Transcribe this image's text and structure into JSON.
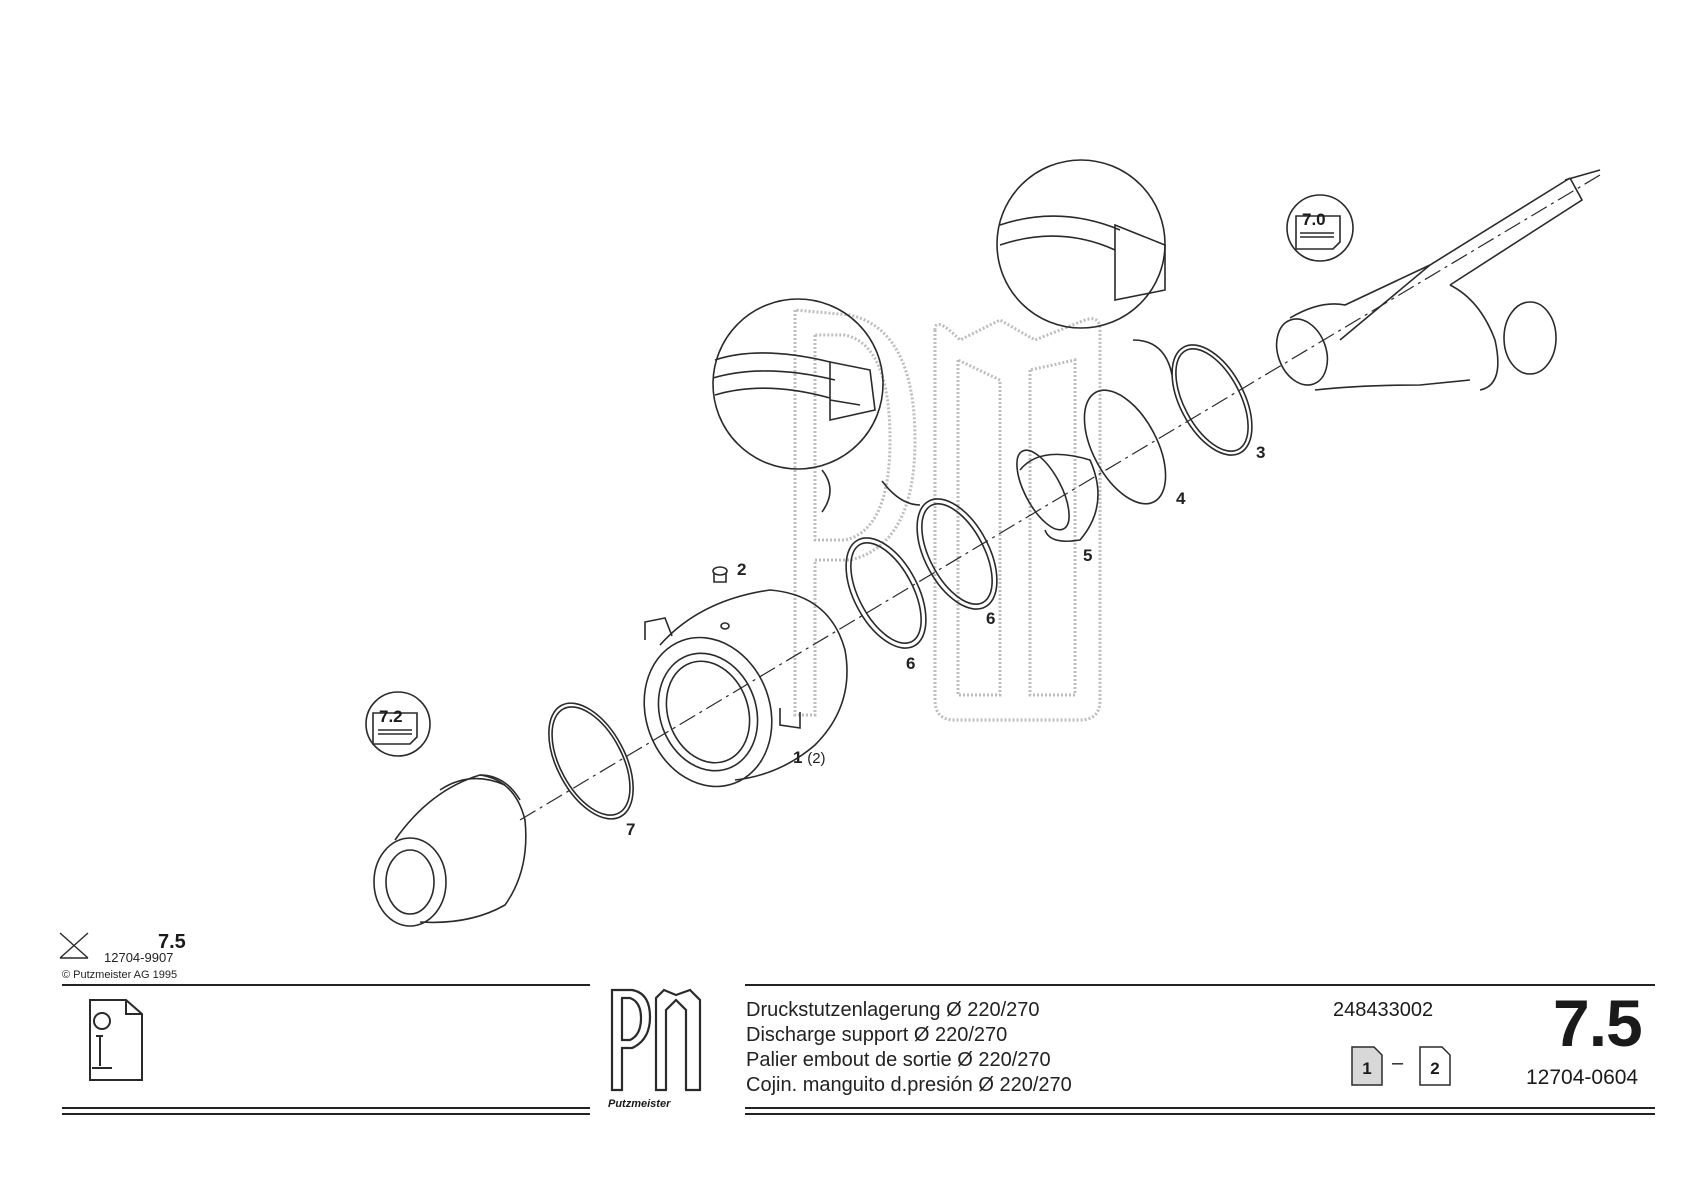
{
  "callouts": [
    {
      "id": "1",
      "label": "1",
      "qty": "(2)"
    },
    {
      "id": "2",
      "label": "2"
    },
    {
      "id": "3",
      "label": "3"
    },
    {
      "id": "4",
      "label": "4"
    },
    {
      "id": "5",
      "label": "5"
    },
    {
      "id": "6a",
      "label": "6"
    },
    {
      "id": "6b",
      "label": "6"
    },
    {
      "id": "7",
      "label": "7"
    }
  ],
  "references": [
    {
      "id": "ref-72",
      "label": "7.2"
    },
    {
      "id": "ref-70",
      "label": "7.0"
    }
  ],
  "revision": {
    "section": "7.5",
    "code": "12704-9907",
    "copyright": "© Putzmeister AG 1995"
  },
  "title_block": {
    "titles": [
      "Druckstutzenlagerung Ø 220/270",
      "Discharge support Ø 220/270",
      "Palier embout de sortie Ø 220/270",
      "Cojin. manguito d.presión Ø 220/270"
    ],
    "part_number": "248433002",
    "section": "7.5",
    "document_number": "12704-0604",
    "pages": {
      "current": "1",
      "separator": "–",
      "total": "2"
    },
    "brand": "Putzmeister"
  },
  "icons": [
    "info-icon",
    "revision-cross-icon",
    "pm-logo-icon",
    "page-icon"
  ]
}
